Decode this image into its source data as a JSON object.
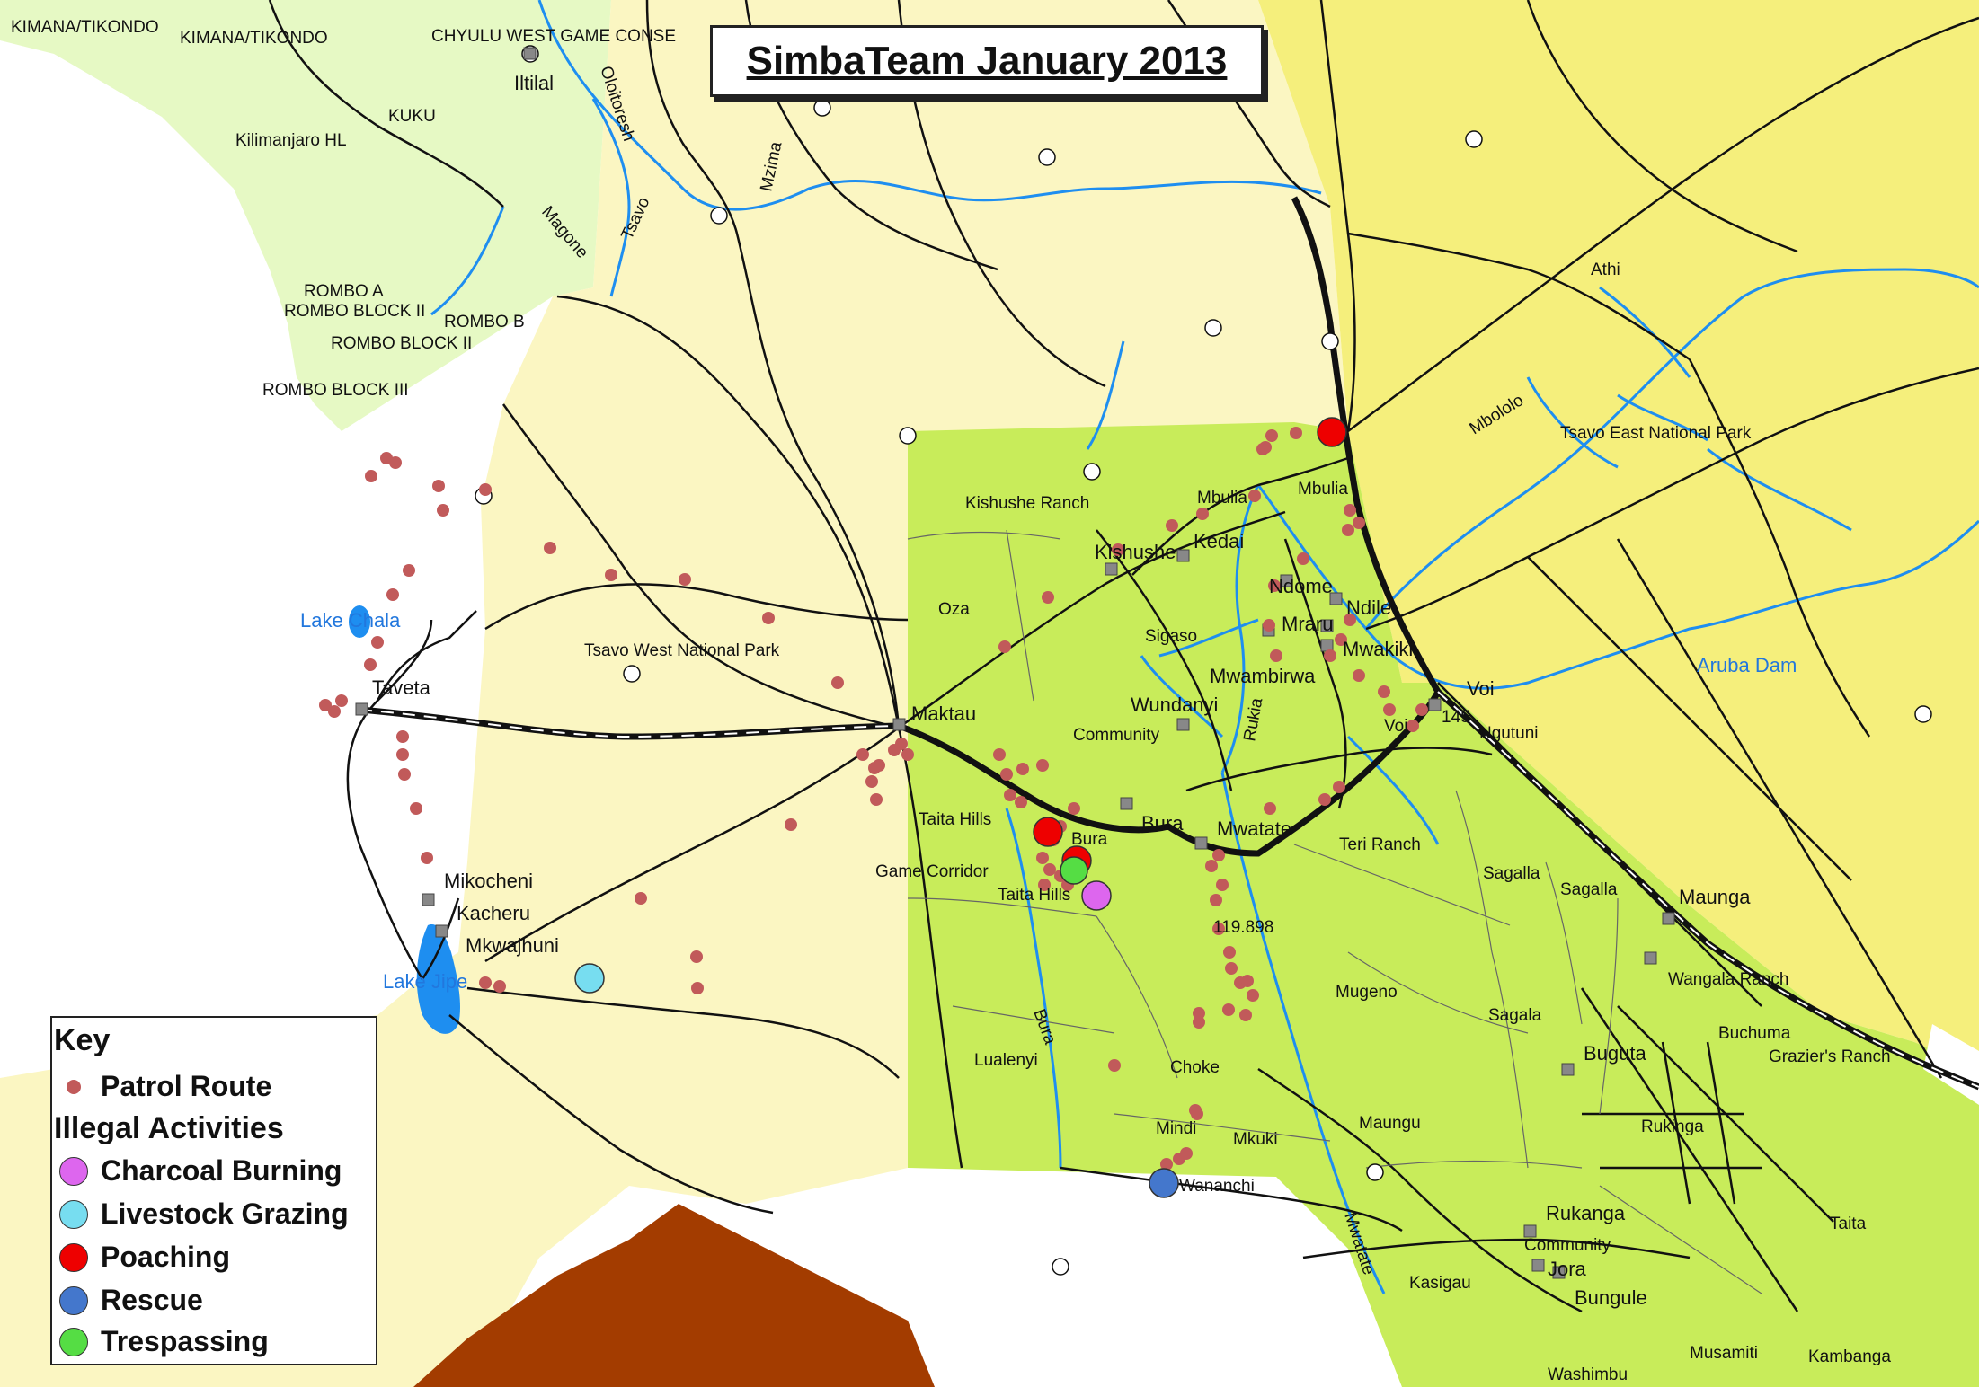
{
  "title": "SimbaTeam January 2013",
  "colors": {
    "park_west": "#fbf6c2",
    "park_east": "#f5ef7c",
    "ranch": "#c8ec5a",
    "conservancy": "#e6f9c4",
    "brown_area": "#a33c00",
    "water": "#1e8ef0",
    "patrol": "#c15a5a",
    "charcoal": "#dd66ee",
    "livestock": "#77ddf0",
    "poaching": "#ee0000",
    "rescue": "#4477cc",
    "trespassing": "#55dd44"
  },
  "legend": {
    "key_heading": "Key",
    "illegal_heading": "Illegal Activities",
    "items": [
      {
        "label": "Patrol Route",
        "symbol": "patrol-dot-icon"
      },
      {
        "label": "Charcoal Burning",
        "symbol": "charcoal-circle-icon"
      },
      {
        "label": "Livestock Grazing",
        "symbol": "livestock-circle-icon"
      },
      {
        "label": "Poaching",
        "symbol": "poaching-circle-icon"
      },
      {
        "label": "Rescue",
        "symbol": "rescue-circle-icon"
      },
      {
        "label": "Trespassing",
        "symbol": "trespassing-circle-icon"
      }
    ]
  },
  "labels": {
    "kimana_1": "KIMANA/TIKONDO",
    "kimana_2": "KIMANA/TIKONDO",
    "chyulu": "CHYULU WEST GAME CONSE",
    "iltilal": "Iltilal",
    "oloitoresh": "Oloitoresh",
    "kuku": "KUKU",
    "kilimanjaro": "Kilimanjaro HL",
    "magone": "Magone",
    "tsavo_river": "Tsavo",
    "mzima": "Mzima",
    "rombo_a": "ROMBO A",
    "rombo_block_2a": "ROMBO BLOCK II",
    "rombo_b": "ROMBO B",
    "rombo_block_2b": "ROMBO BLOCK II",
    "rombo_block_3": "ROMBO BLOCK III",
    "athi": "Athi",
    "mbololo": "Mbololo",
    "tsavo_east": "Tsavo East National Park",
    "aruba_dam": "Aruba Dam",
    "lake_chala": "Lake Chala",
    "taveta": "Taveta",
    "tsavo_west": "Tsavo West National Park",
    "kishushe_ranch": "Kishushe Ranch",
    "mbulia_1": "Mbulia",
    "mbulia_2": "Mbulia",
    "kishushe": "Kishushe",
    "kedai": "Kedai",
    "ndome": "Ndome",
    "ndile": "Ndile",
    "mraru": "Mraru",
    "mwakiki": "Mwakiki",
    "oza": "Oza",
    "sigaso": "Sigaso",
    "mwambirwa": "Mwambirwa",
    "maktau": "Maktau",
    "wundanyi": "Wundanyi",
    "community_1": "Community",
    "rukia": "Rukia",
    "voi_town": "Voi",
    "voi": "Voi",
    "voi_num": "145",
    "ngutuni": "Ngutuni",
    "taita_hills_1": "Taita Hills",
    "bura_small": "Bura",
    "bura_large": "Bura",
    "mwatate_town": "Mwatate",
    "teri_ranch": "Teri Ranch",
    "game_corridor": "Game Corridor",
    "taita_hills_2": "Taita Hills",
    "sagalla_1": "Sagalla",
    "sagalla_2": "Sagalla",
    "maunga": "Maunga",
    "number_119": "119.898",
    "mugeno": "Mugeno",
    "wangala_ranch": "Wangala Ranch",
    "mikocheni": "Mikocheni",
    "kacheru": "Kacheru",
    "mkwajhuni": "Mkwajhuni",
    "lake_jipe": "Lake Jipe",
    "bura_river": "Bura",
    "lualenyi": "Lualenyi",
    "sagala": "Sagala",
    "buchuma": "Buchuma",
    "graziers_ranch": "Grazier's Ranch",
    "buguta": "Buguta",
    "choke": "Choke",
    "maungu": "Maungu",
    "mindi": "Mindi",
    "mkuki": "Mkuki",
    "rukinga_1": "Rukinga",
    "wananchi": "Wananchi",
    "rukanga": "Rukanga",
    "taita": "Taita",
    "community_2": "Community",
    "jora": "Jora",
    "bungule": "Bungule",
    "mwatate_river": "Mwatate",
    "kasigau": "Kasigau",
    "musamiti": "Musamiti",
    "kambanga": "Kambanga",
    "washimbu": "Washimbu"
  }
}
